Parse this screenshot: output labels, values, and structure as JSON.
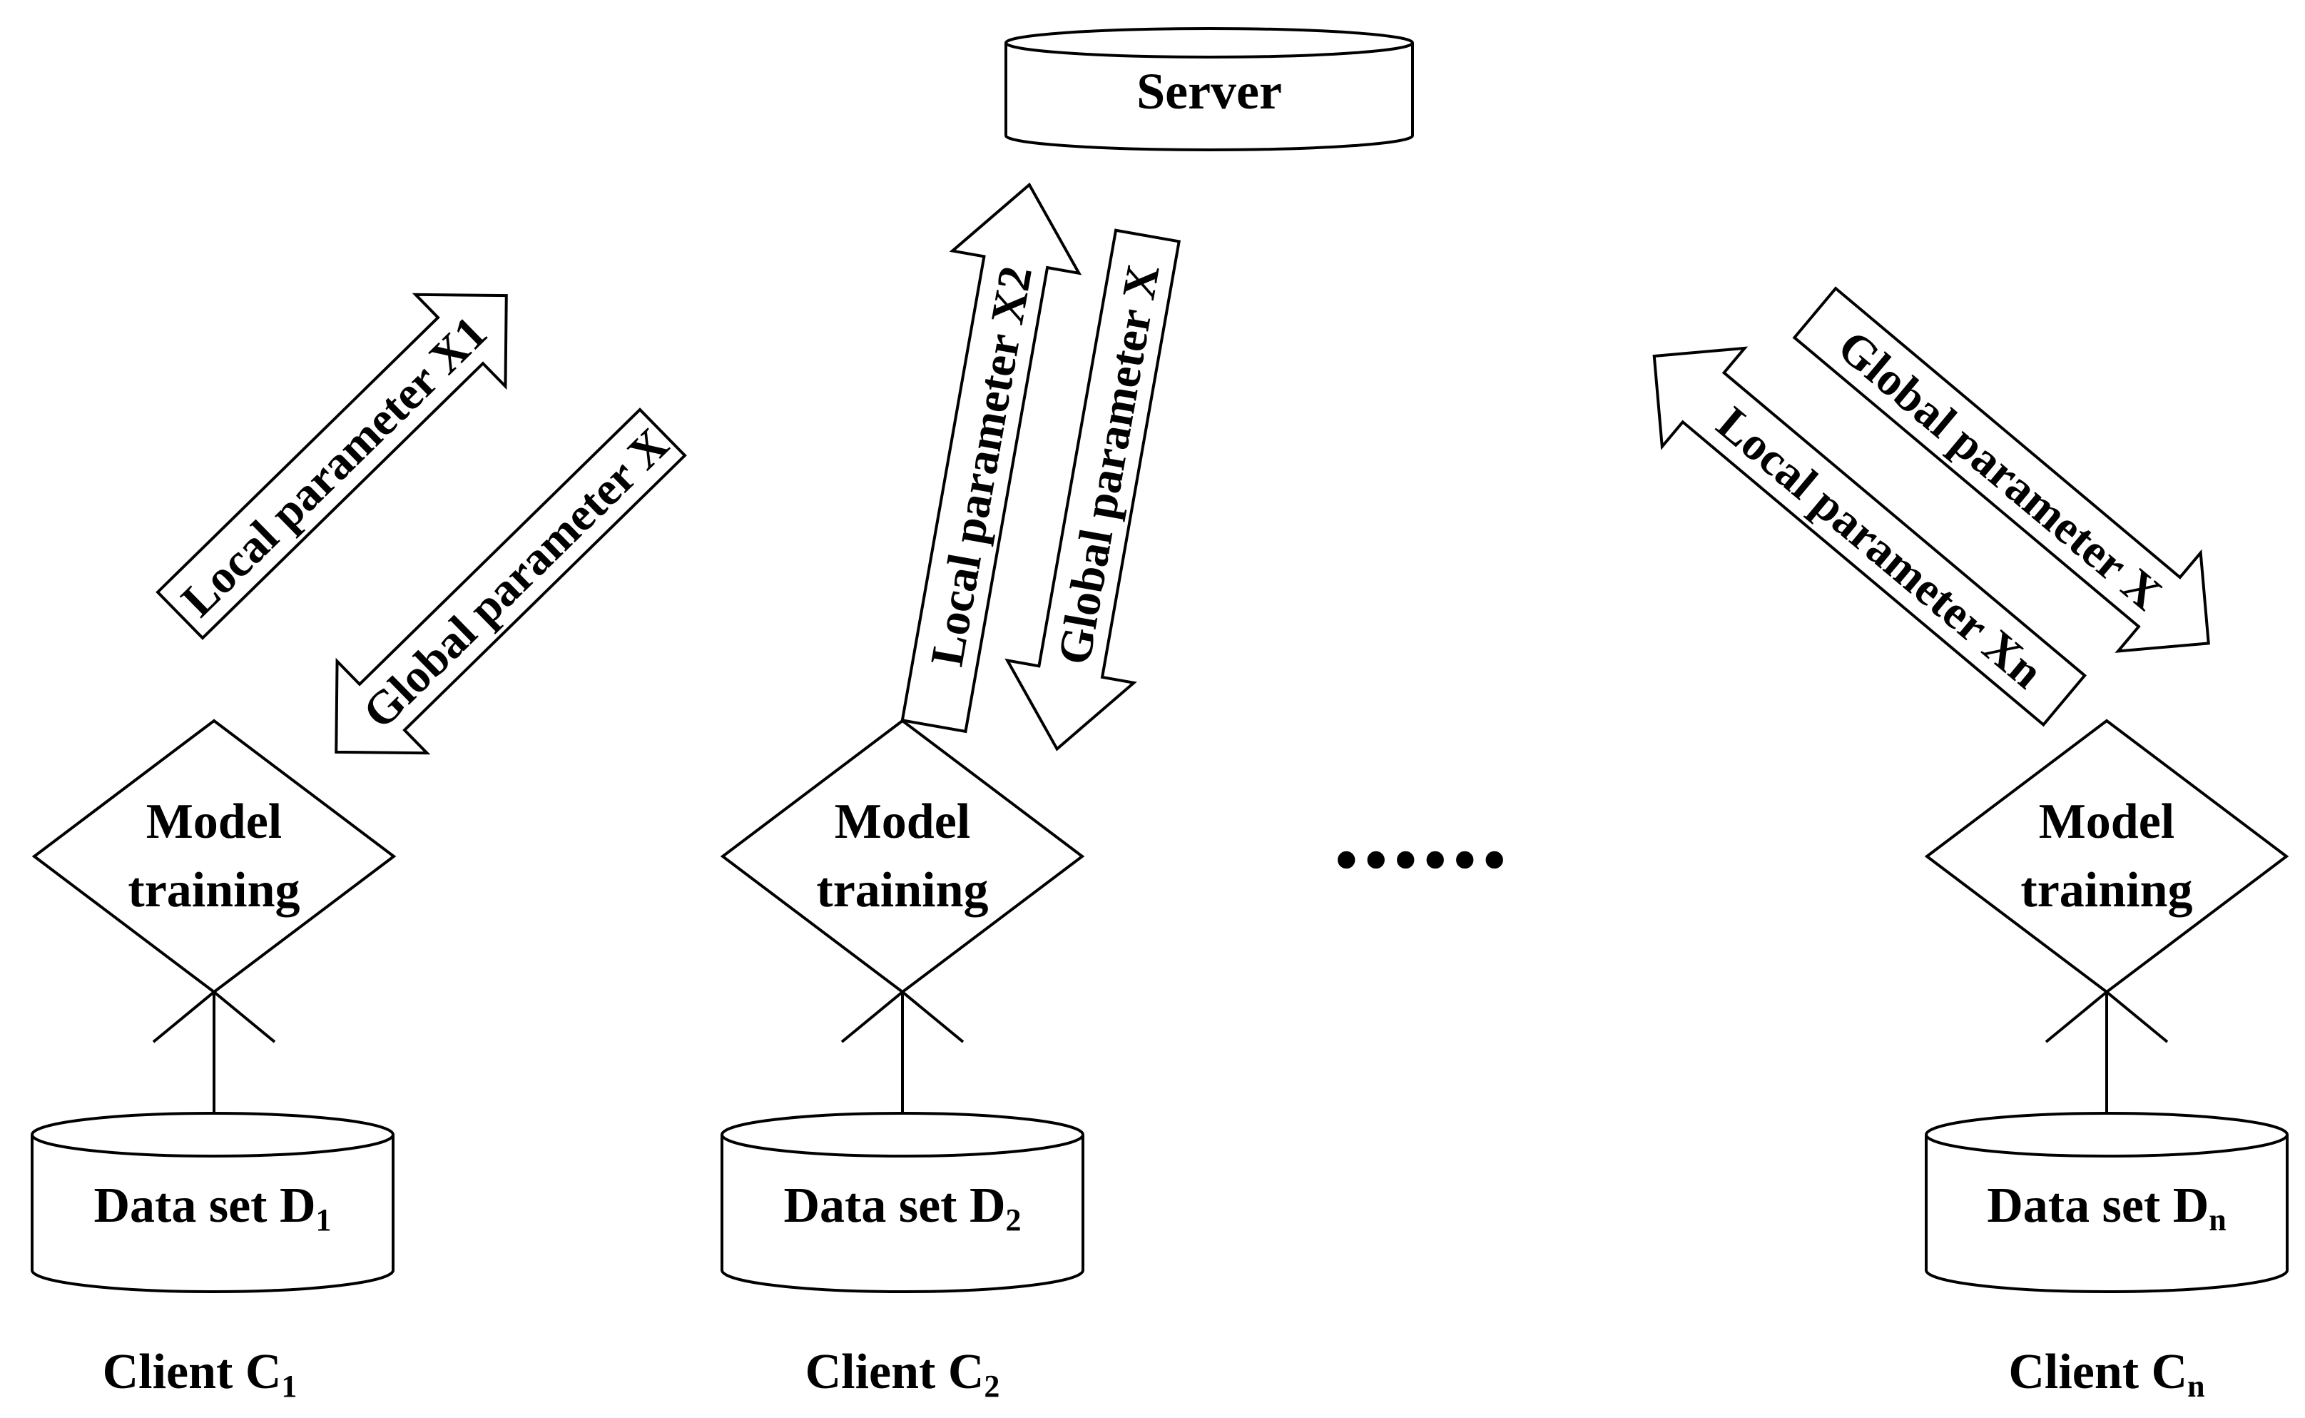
{
  "server": {
    "label": "Server"
  },
  "clients": [
    {
      "model_label_line1": "Model",
      "model_label_line2": "training",
      "dataset_label": "Data set D",
      "dataset_subscript": "1",
      "client_label": "Client C",
      "client_subscript": "1",
      "upload_label": "Local parameter X1",
      "download_label": "Global parameter X"
    },
    {
      "model_label_line1": "Model",
      "model_label_line2": "training",
      "dataset_label": "Data set D",
      "dataset_subscript": "2",
      "client_label": "Client C",
      "client_subscript": "2",
      "upload_label": "Local parameter X2",
      "download_label": "Global parameter X"
    },
    {
      "model_label_line1": "Model",
      "model_label_line2": "training",
      "dataset_label": "Data set D",
      "dataset_subscript": "n",
      "client_label": "Client C",
      "client_subscript": "n",
      "upload_label": "Local parameter Xn",
      "download_label": "Global parameter X"
    }
  ],
  "ellipsis": "......"
}
